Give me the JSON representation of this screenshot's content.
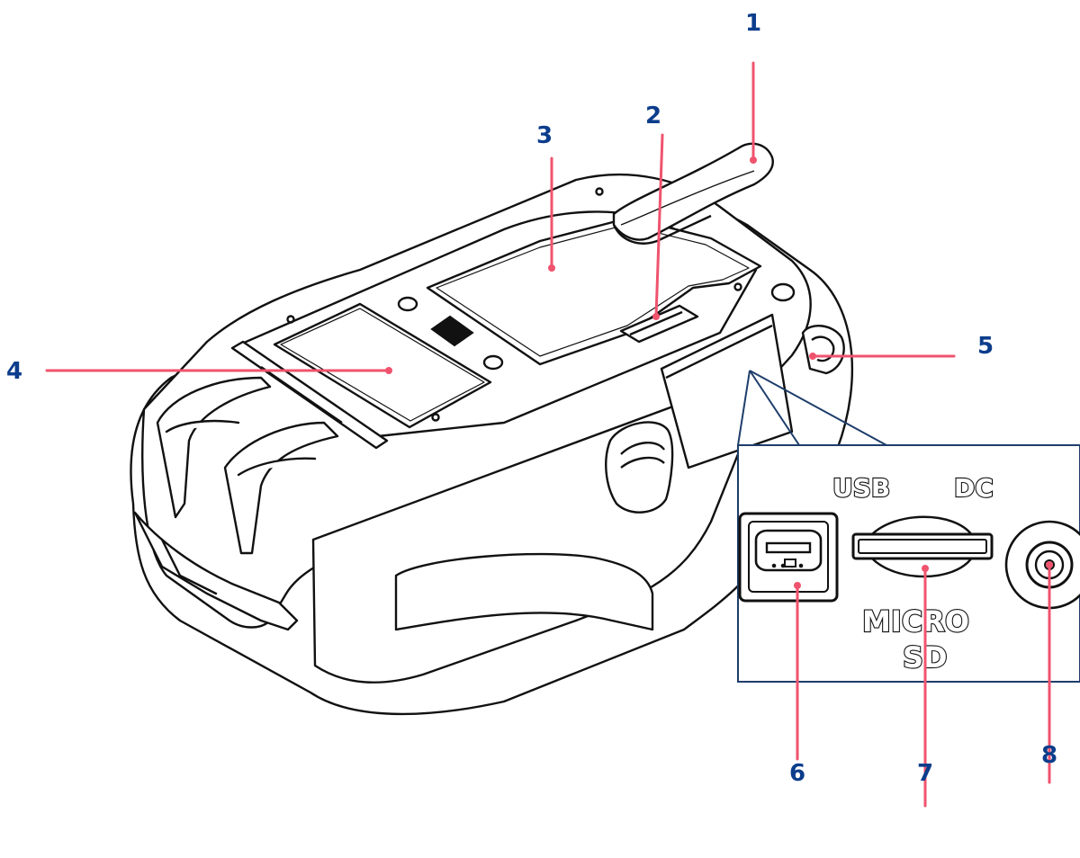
{
  "colors": {
    "callout_line": "#f0536e",
    "callout_number": "#0c3d8c",
    "outline": "#111111",
    "inset_border": "#1e3d6b"
  },
  "callouts": {
    "c1": "1",
    "c2": "2",
    "c3": "3",
    "c4": "4",
    "c5": "5",
    "c6": "6",
    "c7": "7",
    "c8": "8"
  },
  "inset": {
    "usb_label": "USB",
    "dc_label": "DC",
    "micro_label": "MICRO",
    "sd_label": "SD"
  }
}
